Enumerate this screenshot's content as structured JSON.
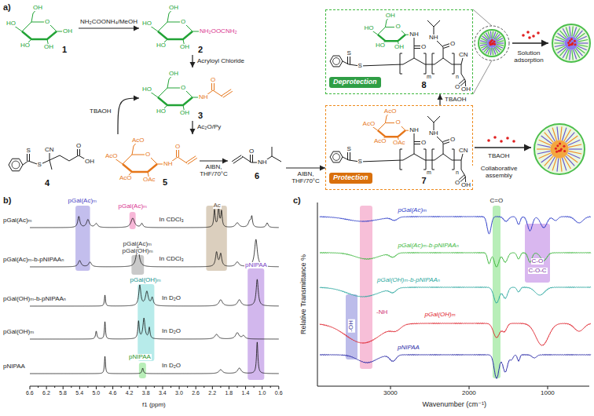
{
  "diagram": {
    "nodes": [
      {
        "text": [
          "1"
        ]
      },
      {
        "text": [
          "2"
        ]
      },
      {
        "text": [
          "3"
        ]
      },
      {
        "text": [
          "4"
        ]
      },
      {
        "text": [
          "5"
        ]
      },
      {
        "text": [
          "6"
        ]
      },
      {
        "text": [
          "8"
        ]
      },
      {
        "text": [
          "Deprotection"
        ],
        "in": 6
      },
      {
        "text": [
          "7"
        ]
      },
      {
        "text": [
          "Protection"
        ],
        "in": 8
      }
    ],
    "edges": [
      {
        "from": 0,
        "to": 1,
        "label": "NH₂COONH₄/MeOH",
        "arrow": "to"
      },
      {
        "from": 1,
        "to": 2,
        "label": "Acryloyl Chloride",
        "arrow": "to"
      },
      {
        "from": 2,
        "to": 4,
        "label": "Ac₂O/Py",
        "arrow": "to"
      },
      {
        "from": 4,
        "to": 2,
        "label": "TBAOH",
        "arrow": "to"
      },
      {
        "from": 4,
        "to": 5,
        "label": "AIBN, THF/70°C",
        "arrow": "to"
      },
      {
        "from": 5,
        "to": 8,
        "label": "AIBN, THF/70°C",
        "arrow": "to"
      },
      {
        "from": 8,
        "to": 6,
        "label": "TBAOH",
        "arrow": "to"
      }
    ],
    "labels": [
      "a)",
      "OH",
      "HO",
      "HO",
      "OH",
      "O",
      "OH",
      "OH",
      "HO",
      "HO",
      "OH",
      "O",
      "NH₂OOCNH₂",
      "OH",
      "HO",
      "HO",
      "OH",
      "O",
      "NH",
      "O",
      "S",
      "S",
      "CN",
      "O",
      "OH",
      "AcO",
      "AcO",
      "AcO",
      "OAc",
      "O",
      "NH",
      "O",
      "O",
      "NH",
      "AcO",
      "AcO",
      "AcO",
      "OAc",
      "O",
      "NH",
      "O",
      "S",
      "S",
      "m",
      "O",
      "NH",
      "n",
      "CN",
      "O",
      "OH",
      "OH",
      "HO",
      "HO",
      "OH",
      "O",
      "NH",
      "O",
      "S",
      "S",
      "m",
      "O",
      "NH",
      "n",
      "CN",
      "O",
      "OH",
      "Solution adsorption",
      "TBAOH",
      "Collaborative assembly",
      "b)",
      "pGal(Ac)ₘ",
      "pGal(Ac)ₘ-b-pNIPAAₙ",
      "pGal(OH)ₘ-b-pNIPAAₙ",
      "pGal(OH)ₘ",
      "pNIPAA",
      "pGal(Ac)ₘ",
      "pGal(Ac)ₘ",
      "Ac",
      "pGal(Ac)ₘ",
      "pGal(OH)ₘ",
      "pGal(OH)ₘ",
      "pNIPAA",
      "pNIPAA",
      "In CDCl₃",
      "In CDCl₃",
      "In D₂O",
      "In D₂O",
      "In D₂O",
      "6.6",
      "6.2",
      "5.8",
      "5.4",
      "5.0",
      "4.6",
      "4.2",
      "3.8",
      "3.4",
      "3.0",
      "2.6",
      "2.2",
      "1.8",
      "1.4",
      "1.0",
      "0.6",
      "f1 (ppm)",
      "c)",
      "Relative Transmittance %",
      "Wavenumber (cm⁻¹)",
      "3000",
      "2000",
      "1000",
      "pGal(Ac)ₘ",
      "pGal(Ac)ₘ-b-pNIPAAₙ",
      "pGal(OH)ₘ-b-pNIPAAₙ",
      "pGal(OH)ₘ",
      "pNIPAA",
      "-OH",
      "-NH",
      "C=O",
      "C-O",
      "C-O-C"
    ]
  }
}
